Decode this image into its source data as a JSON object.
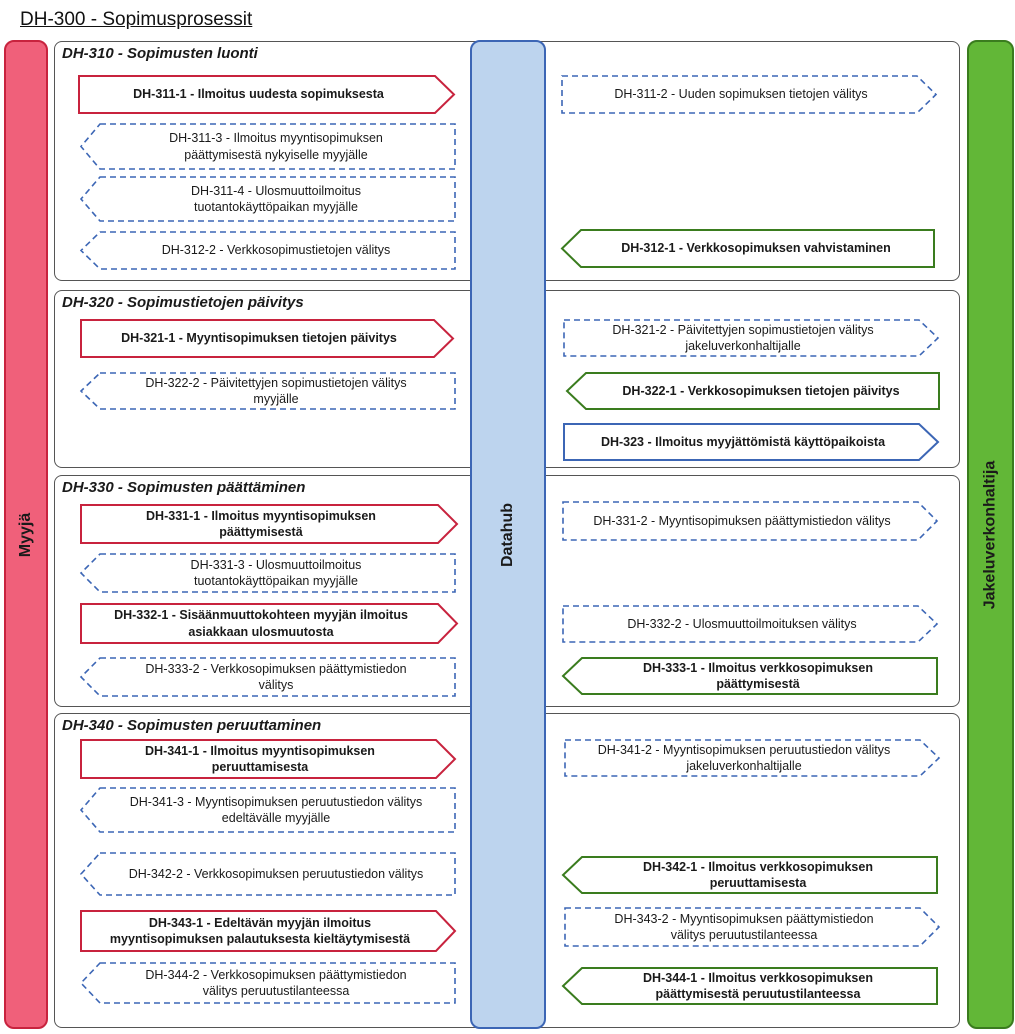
{
  "title": "DH-300 - Sopimusprosessit",
  "lanes": {
    "left": "Myyjä",
    "center": "Datahub",
    "right": "Jakeluverkonhaltija"
  },
  "colors": {
    "red": "#c8233e",
    "blue": "#3c66b5",
    "green": "#3a7c1e",
    "myyja_fill": "#f0607a",
    "datahub_fill": "#bdd4ee",
    "jakelu_fill": "#62b737"
  },
  "sections": [
    {
      "title": "DH-310 - Sopimusten luonti",
      "messages": [
        {
          "id": "dh-311-1",
          "label": "DH-311-1 - Ilmoitus uudesta sopimuksesta",
          "style": "solid",
          "color": "red",
          "direction": "right"
        },
        {
          "id": "dh-311-2",
          "label": "DH-311-2 - Uuden sopimuksen tietojen välitys",
          "style": "dashed",
          "color": "blue",
          "direction": "right"
        },
        {
          "id": "dh-311-3",
          "label": "DH-311-3 - Ilmoitus myyntisopimuksen\npäättymisestä nykyiselle myyjälle",
          "style": "dashed",
          "color": "blue",
          "direction": "left"
        },
        {
          "id": "dh-311-4",
          "label": "DH-311-4 - Ulosmuuttoilmoitus\ntuotantokäyttöpaikan myyjälle",
          "style": "dashed",
          "color": "blue",
          "direction": "left"
        },
        {
          "id": "dh-312-2",
          "label": "DH-312-2 - Verkkosopimustietojen välitys",
          "style": "dashed",
          "color": "blue",
          "direction": "left"
        },
        {
          "id": "dh-312-1",
          "label": "DH-312-1 - Verkkosopimuksen vahvistaminen",
          "style": "solid",
          "color": "green",
          "direction": "left"
        }
      ]
    },
    {
      "title": "DH-320 - Sopimustietojen päivitys",
      "messages": [
        {
          "id": "dh-321-1",
          "label": "DH-321-1 - Myyntisopimuksen tietojen päivitys",
          "style": "solid",
          "color": "red",
          "direction": "right"
        },
        {
          "id": "dh-321-2",
          "label": "DH-321-2 - Päivitettyjen sopimustietojen välitys\njakeluverkonhaltijalle",
          "style": "dashed",
          "color": "blue",
          "direction": "right"
        },
        {
          "id": "dh-322-2",
          "label": "DH-322-2 - Päivitettyjen sopimustietojen välitys\nmyyjälle",
          "style": "dashed",
          "color": "blue",
          "direction": "left"
        },
        {
          "id": "dh-322-1",
          "label": "DH-322-1 - Verkkosopimuksen tietojen päivitys",
          "style": "solid",
          "color": "green",
          "direction": "left"
        },
        {
          "id": "dh-323",
          "label": "DH-323 - Ilmoitus myyjättömistä käyttöpaikoista",
          "style": "solid",
          "color": "blue",
          "direction": "right"
        }
      ]
    },
    {
      "title": "DH-330 - Sopimusten päättäminen",
      "messages": [
        {
          "id": "dh-331-1",
          "label": "DH-331-1 - Ilmoitus myyntisopimuksen\npäättymisestä",
          "style": "solid",
          "color": "red",
          "direction": "right"
        },
        {
          "id": "dh-331-2",
          "label": "DH-331-2 - Myyntisopimuksen päättymistiedon välitys",
          "style": "dashed",
          "color": "blue",
          "direction": "right"
        },
        {
          "id": "dh-331-3",
          "label": "DH-331-3 - Ulosmuuttoilmoitus\ntuotantokäyttöpaikan myyjälle",
          "style": "dashed",
          "color": "blue",
          "direction": "left"
        },
        {
          "id": "dh-332-1",
          "label": "DH-332-1 - Sisäänmuuttokohteen myyjän ilmoitus\nasiakkaan ulosmuutosta",
          "style": "solid",
          "color": "red",
          "direction": "right"
        },
        {
          "id": "dh-332-2",
          "label": "DH-332-2 - Ulosmuuttoilmoituksen välitys",
          "style": "dashed",
          "color": "blue",
          "direction": "right"
        },
        {
          "id": "dh-333-2",
          "label": "DH-333-2 - Verkkosopimuksen päättymistiedon\nvälitys",
          "style": "dashed",
          "color": "blue",
          "direction": "left"
        },
        {
          "id": "dh-333-1",
          "label": "DH-333-1 - Ilmoitus verkkosopimuksen\npäättymisestä",
          "style": "solid",
          "color": "green",
          "direction": "left"
        }
      ]
    },
    {
      "title": "DH-340 - Sopimusten peruuttaminen",
      "messages": [
        {
          "id": "dh-341-1",
          "label": "DH-341-1 - Ilmoitus myyntisopimuksen\nperuuttamisesta",
          "style": "solid",
          "color": "red",
          "direction": "right"
        },
        {
          "id": "dh-341-2",
          "label": "DH-341-2 - Myyntisopimuksen peruutustiedon välitys\njakeluverkonhaltijalle",
          "style": "dashed",
          "color": "blue",
          "direction": "right"
        },
        {
          "id": "dh-341-3",
          "label": "DH-341-3 - Myyntisopimuksen peruutustiedon välitys\nedeltävälle myyjälle",
          "style": "dashed",
          "color": "blue",
          "direction": "left"
        },
        {
          "id": "dh-342-2",
          "label": "DH-342-2 - Verkkosopimuksen peruutustiedon välitys",
          "style": "dashed",
          "color": "blue",
          "direction": "left"
        },
        {
          "id": "dh-342-1",
          "label": "DH-342-1 - Ilmoitus verkkosopimuksen\nperuuttamisesta",
          "style": "solid",
          "color": "green",
          "direction": "left"
        },
        {
          "id": "dh-343-1",
          "label": "DH-343-1 - Edeltävän myyjän ilmoitus\nmyyntisopimuksen palautuksesta kieltäytymisestä",
          "style": "solid",
          "color": "red",
          "direction": "right"
        },
        {
          "id": "dh-343-2",
          "label": "DH-343-2 - Myyntisopimuksen päättymistiedon\nvälitys peruutustilanteessa",
          "style": "dashed",
          "color": "blue",
          "direction": "right"
        },
        {
          "id": "dh-344-2",
          "label": "DH-344-2 - Verkkosopimuksen päättymistiedon\nvälitys peruutustilanteessa",
          "style": "dashed",
          "color": "blue",
          "direction": "left"
        },
        {
          "id": "dh-344-1",
          "label": "DH-344-1 - Ilmoitus verkkosopimuksen\npäättymisestä peruutustilanteessa",
          "style": "solid",
          "color": "green",
          "direction": "left"
        }
      ]
    }
  ]
}
